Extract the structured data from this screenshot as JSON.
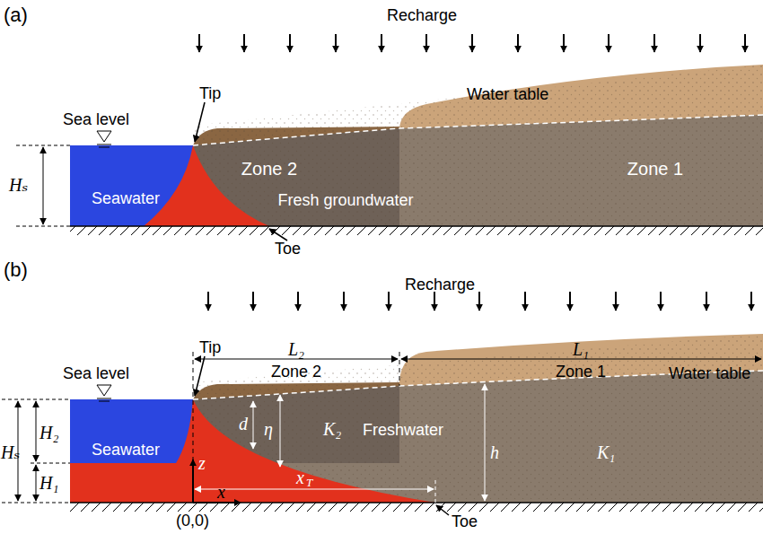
{
  "diagram": {
    "labels": [
      "(a)",
      "Recharge",
      "Tip",
      "Sea level",
      "Water table",
      "Zone 1",
      "Zone 2",
      "Seawater",
      "Fresh groundwater",
      "Toe",
      "Hₛ",
      "(b)",
      "Recharge",
      "Sea level",
      "Tip",
      "L₂",
      "Zone 2",
      "L₁",
      "Zone 1",
      "Water table",
      "Hₛ",
      "H₂",
      "H₁",
      "Seawater",
      "d",
      "η",
      "K₂",
      "Freshwater",
      "h",
      "K₁",
      "z",
      "x",
      "x",
      "T",
      "(0,0)",
      "Toe"
    ]
  }
}
